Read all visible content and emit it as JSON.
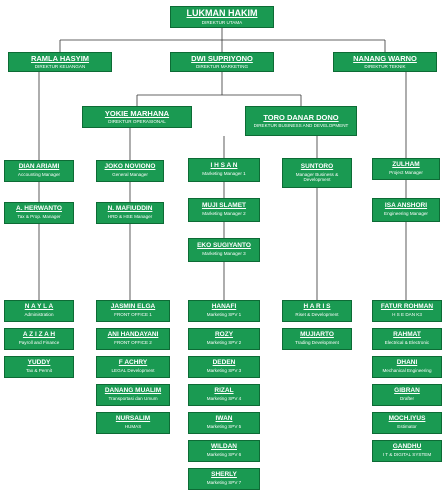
{
  "nodes": {
    "direktur_utama": {
      "name": "LUKMAN HAKIM",
      "title": "DIREKTUR UTAMA"
    },
    "direktur_keuangan": {
      "name": "RAMLA HASYIM",
      "title": "DIREKTUR KEUANGAN"
    },
    "direktur_marketing": {
      "name": "DWI SUPRIYONO",
      "title": "DIREKTUR MARKETING"
    },
    "direktur_teknik": {
      "name": "NANANG WARNO",
      "title": "DIREKTUR TEKNIK"
    },
    "direktur_operasional": {
      "name": "YOKIE MARHANA",
      "title": "DIREKTUR OPERASIONAL"
    },
    "direktur_bisnis": {
      "name": "TORO DANAR DONO",
      "title": "DIREKTUR BUSINESS AND DEVELOPMENT"
    },
    "accounting_manager": {
      "name": "DIAN ARIAMI",
      "title": "Accounting Manager"
    },
    "tax_manager": {
      "name": "A. HERWANTO",
      "title": "Tax & Prop. Manager"
    },
    "administration": {
      "name": "N A Y L A",
      "title": "Administration"
    },
    "payroll": {
      "name": "A Z I Z A H",
      "title": "Payroll and Finance"
    },
    "tax_permit": {
      "name": "YUDDY",
      "title": "Tax & Permit"
    },
    "general_manager": {
      "name": "JOKO NOVIONO",
      "title": "General Manager"
    },
    "hrd_manager": {
      "name": "N. MAFIUDDIN",
      "title": "HRD & HSE Manager"
    },
    "front_office_1": {
      "name": "JASMIN ELGA",
      "title": "FRONT OFFICE 1"
    },
    "front_office_2": {
      "name": "ANI HANDAYANI",
      "title": "FRONT OFFICE 2"
    },
    "legal": {
      "name": "F ACHRY",
      "title": "LEGAL Development"
    },
    "transport": {
      "name": "DANANG MUALIM",
      "title": "Transportasi dan Umum"
    },
    "humas": {
      "name": "NURSALIM",
      "title": "HUMAS"
    },
    "marketing_manager_1": {
      "name": "I H S A N",
      "title": "Marketing Manager 1"
    },
    "marketing_manager_2": {
      "name": "MUJI SLAMET",
      "title": "Marketing Manager 2"
    },
    "marketing_manager_3": {
      "name": "EKO SUGIYANTO",
      "title": "Marketing Manager 3"
    },
    "spv_1": {
      "name": "HANAFI",
      "title": "Marketing SPV 1"
    },
    "spv_2": {
      "name": "ROZY",
      "title": "Marketing SPV 2"
    },
    "spv_3": {
      "name": "DEDEN",
      "title": "Marketing SPV 3"
    },
    "spv_4": {
      "name": "RIZAL",
      "title": "Marketing SPV 4"
    },
    "spv_5": {
      "name": "IWAN",
      "title": "Marketing SPV 5"
    },
    "spv_6": {
      "name": "WILDAN",
      "title": "Marketing SPV 6"
    },
    "spv_7": {
      "name": "SHERLY",
      "title": "Marketing SPV 7"
    },
    "business_dev_manager": {
      "name": "SUNTORO",
      "title": "Manager Business & Development"
    },
    "riset_dev": {
      "name": "H A R I S",
      "title": "Riset & Development"
    },
    "trading_dev": {
      "name": "MUJIARTO",
      "title": "Trading Development"
    },
    "project_manager": {
      "name": "ZULHAM",
      "title": "Project Manager"
    },
    "engineering_manager": {
      "name": "ISA ANSHORI",
      "title": "Engineering Manager"
    },
    "hse": {
      "name": "FATUR ROHMAN",
      "title": "H S E DAN K3"
    },
    "electrical": {
      "name": "RAHMAT",
      "title": "Electrical & Electronic"
    },
    "mechanical": {
      "name": "DHANI",
      "title": "Mechanical Engineering"
    },
    "drafter": {
      "name": "GIBRAN",
      "title": "Drafter"
    },
    "estimator": {
      "name": "MOCH.IYUS",
      "title": "Estimator"
    },
    "it_digital": {
      "name": "GANDHU",
      "title": "I T & DIGITAL SYSTEM"
    }
  },
  "colors": {
    "box": "#1a9a52",
    "border": "#0d6b35",
    "text": "#ffffff",
    "line": "#333333"
  }
}
